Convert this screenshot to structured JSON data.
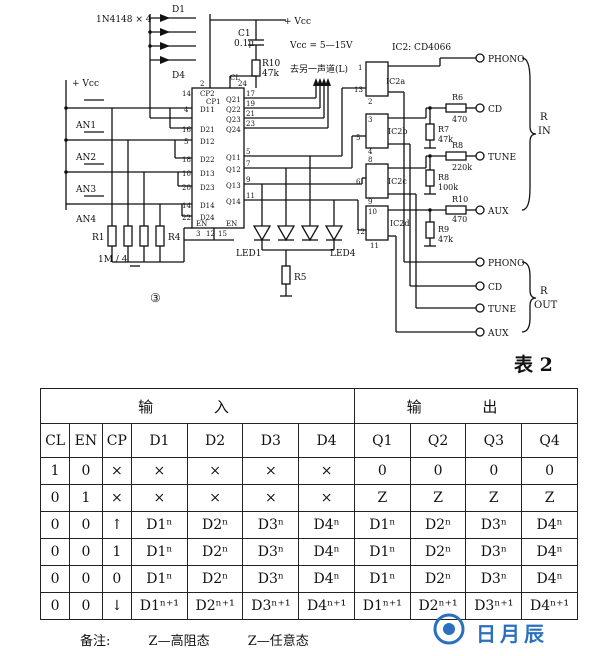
{
  "schematic": {
    "diode_label": "1N4148 × 4",
    "diodes": [
      "D1",
      "D4"
    ],
    "vcc_top": "+ Vcc",
    "vcc_left": "+ Vcc",
    "c1_label": "C1",
    "c1_value": "0.1μ",
    "vcc_range": "Vcc = 5—15V",
    "r10_label": "R10",
    "r10_value": "47k",
    "ic2_label": "IC2: CD4066",
    "to_channel": "去另一声道(L)",
    "buttons": [
      "AN1",
      "AN2",
      "AN3",
      "AN4"
    ],
    "resistor_labels": [
      "R1",
      "R4"
    ],
    "resistor_value": "1M / 4",
    "circle_num": "③",
    "ic1_pins_left": [
      {
        "num": "14",
        "name": "CP2"
      },
      {
        "num": "4",
        "name": "D11"
      },
      {
        "num": "16",
        "name": "D21"
      },
      {
        "num": "5",
        "name": "D12"
      },
      {
        "num": "18",
        "name": "D22"
      },
      {
        "num": "10",
        "name": "D13"
      },
      {
        "num": "20",
        "name": "D23"
      },
      {
        "num": "14",
        "name": "D14"
      },
      {
        "num": "22",
        "name": "D24"
      }
    ],
    "ic1_pins_right": [
      {
        "num": "17",
        "name": "Q21"
      },
      {
        "num": "19",
        "name": "Q22"
      },
      {
        "num": "21",
        "name": "Q23"
      },
      {
        "num": "23",
        "name": "Q24"
      },
      {
        "num": "5",
        "name": "Q11"
      },
      {
        "num": "7",
        "name": "Q12"
      },
      {
        "num": "9",
        "name": "Q13"
      },
      {
        "num": "11",
        "name": "Q14"
      }
    ],
    "ic1_top_pins": [
      "2",
      "24",
      "CL",
      "CP1"
    ],
    "ic1_bottom_pins": [
      "3",
      "12",
      "15",
      "EN",
      "EN"
    ],
    "led_labels": [
      "LED1",
      "LED4"
    ],
    "r5_label": "R5",
    "switches": [
      "IC2a",
      "IC2b",
      "IC2c",
      "IC2d"
    ],
    "switch_pins": [
      "1",
      "13",
      "2",
      "5",
      "3",
      "4",
      "6",
      "8",
      "9",
      "10",
      "12",
      "11"
    ],
    "input_resistors": [
      {
        "name": "R6",
        "value": "470"
      },
      {
        "name": "R7",
        "value": "47k"
      },
      {
        "name": "R8",
        "value": "220k"
      },
      {
        "name": "R8",
        "value": "100k"
      },
      {
        "name": "R10",
        "value": "470"
      },
      {
        "name": "R9",
        "value": "47k"
      }
    ],
    "inputs": [
      "PHONO",
      "CD",
      "TUNE",
      "AUX"
    ],
    "outputs": [
      "PHONO",
      "CD",
      "TUNE",
      "AUX"
    ],
    "in_label": "R\nIN",
    "in_r": "R",
    "in_word": "IN",
    "out_r": "R",
    "out_word": "OUT"
  },
  "table": {
    "caption": "表 2",
    "group_input": "输 入",
    "group_output": "输 出",
    "headers": [
      "CL",
      "EN",
      "CP",
      "D1",
      "D2",
      "D3",
      "D4",
      "Q1",
      "Q2",
      "Q3",
      "Q4"
    ],
    "rows": [
      [
        "1",
        "0",
        "×",
        "×",
        "×",
        "×",
        "×",
        "0",
        "0",
        "0",
        "0"
      ],
      [
        "0",
        "1",
        "×",
        "×",
        "×",
        "×",
        "×",
        "Z",
        "Z",
        "Z",
        "Z"
      ],
      [
        "0",
        "0",
        "↑",
        "D1ⁿ",
        "D2ⁿ",
        "D3ⁿ",
        "D4ⁿ",
        "D1ⁿ",
        "D2ⁿ",
        "D3ⁿ",
        "D4ⁿ"
      ],
      [
        "0",
        "0",
        "1",
        "D1ⁿ",
        "D2ⁿ",
        "D3ⁿ",
        "D4ⁿ",
        "D1ⁿ",
        "D2ⁿ",
        "D3ⁿ",
        "D4ⁿ"
      ],
      [
        "0",
        "0",
        "0",
        "D1ⁿ",
        "D2ⁿ",
        "D3ⁿ",
        "D4ⁿ",
        "D1ⁿ",
        "D2ⁿ",
        "D3ⁿ",
        "D4ⁿ"
      ],
      [
        "0",
        "0",
        "↓",
        "D1ⁿ⁺¹",
        "D2ⁿ⁺¹",
        "D3ⁿ⁺¹",
        "D4ⁿ⁺¹",
        "D1ⁿ⁺¹",
        "D2ⁿ⁺¹",
        "D3ⁿ⁺¹",
        "D4ⁿ⁺¹"
      ]
    ]
  },
  "note": {
    "prefix": "备注:",
    "z_high": "Z—高阻态",
    "z_any": "Z—任意态"
  },
  "watermark": {
    "text": "日月辰"
  },
  "colors": {
    "ink": "#111111",
    "watermark": "#2b6fbf"
  }
}
